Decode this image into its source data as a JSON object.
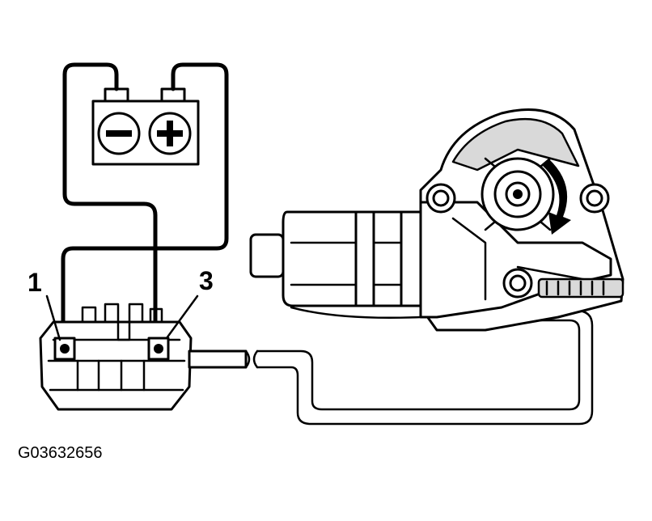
{
  "labels": {
    "pin_left": "1",
    "pin_right": "3"
  },
  "figure_code": "G03632656",
  "colors": {
    "line": "#000000",
    "background": "#ffffff",
    "arrow": "#000000"
  },
  "icons": {
    "battery_negative": "minus-sign",
    "battery_positive": "plus-sign"
  }
}
